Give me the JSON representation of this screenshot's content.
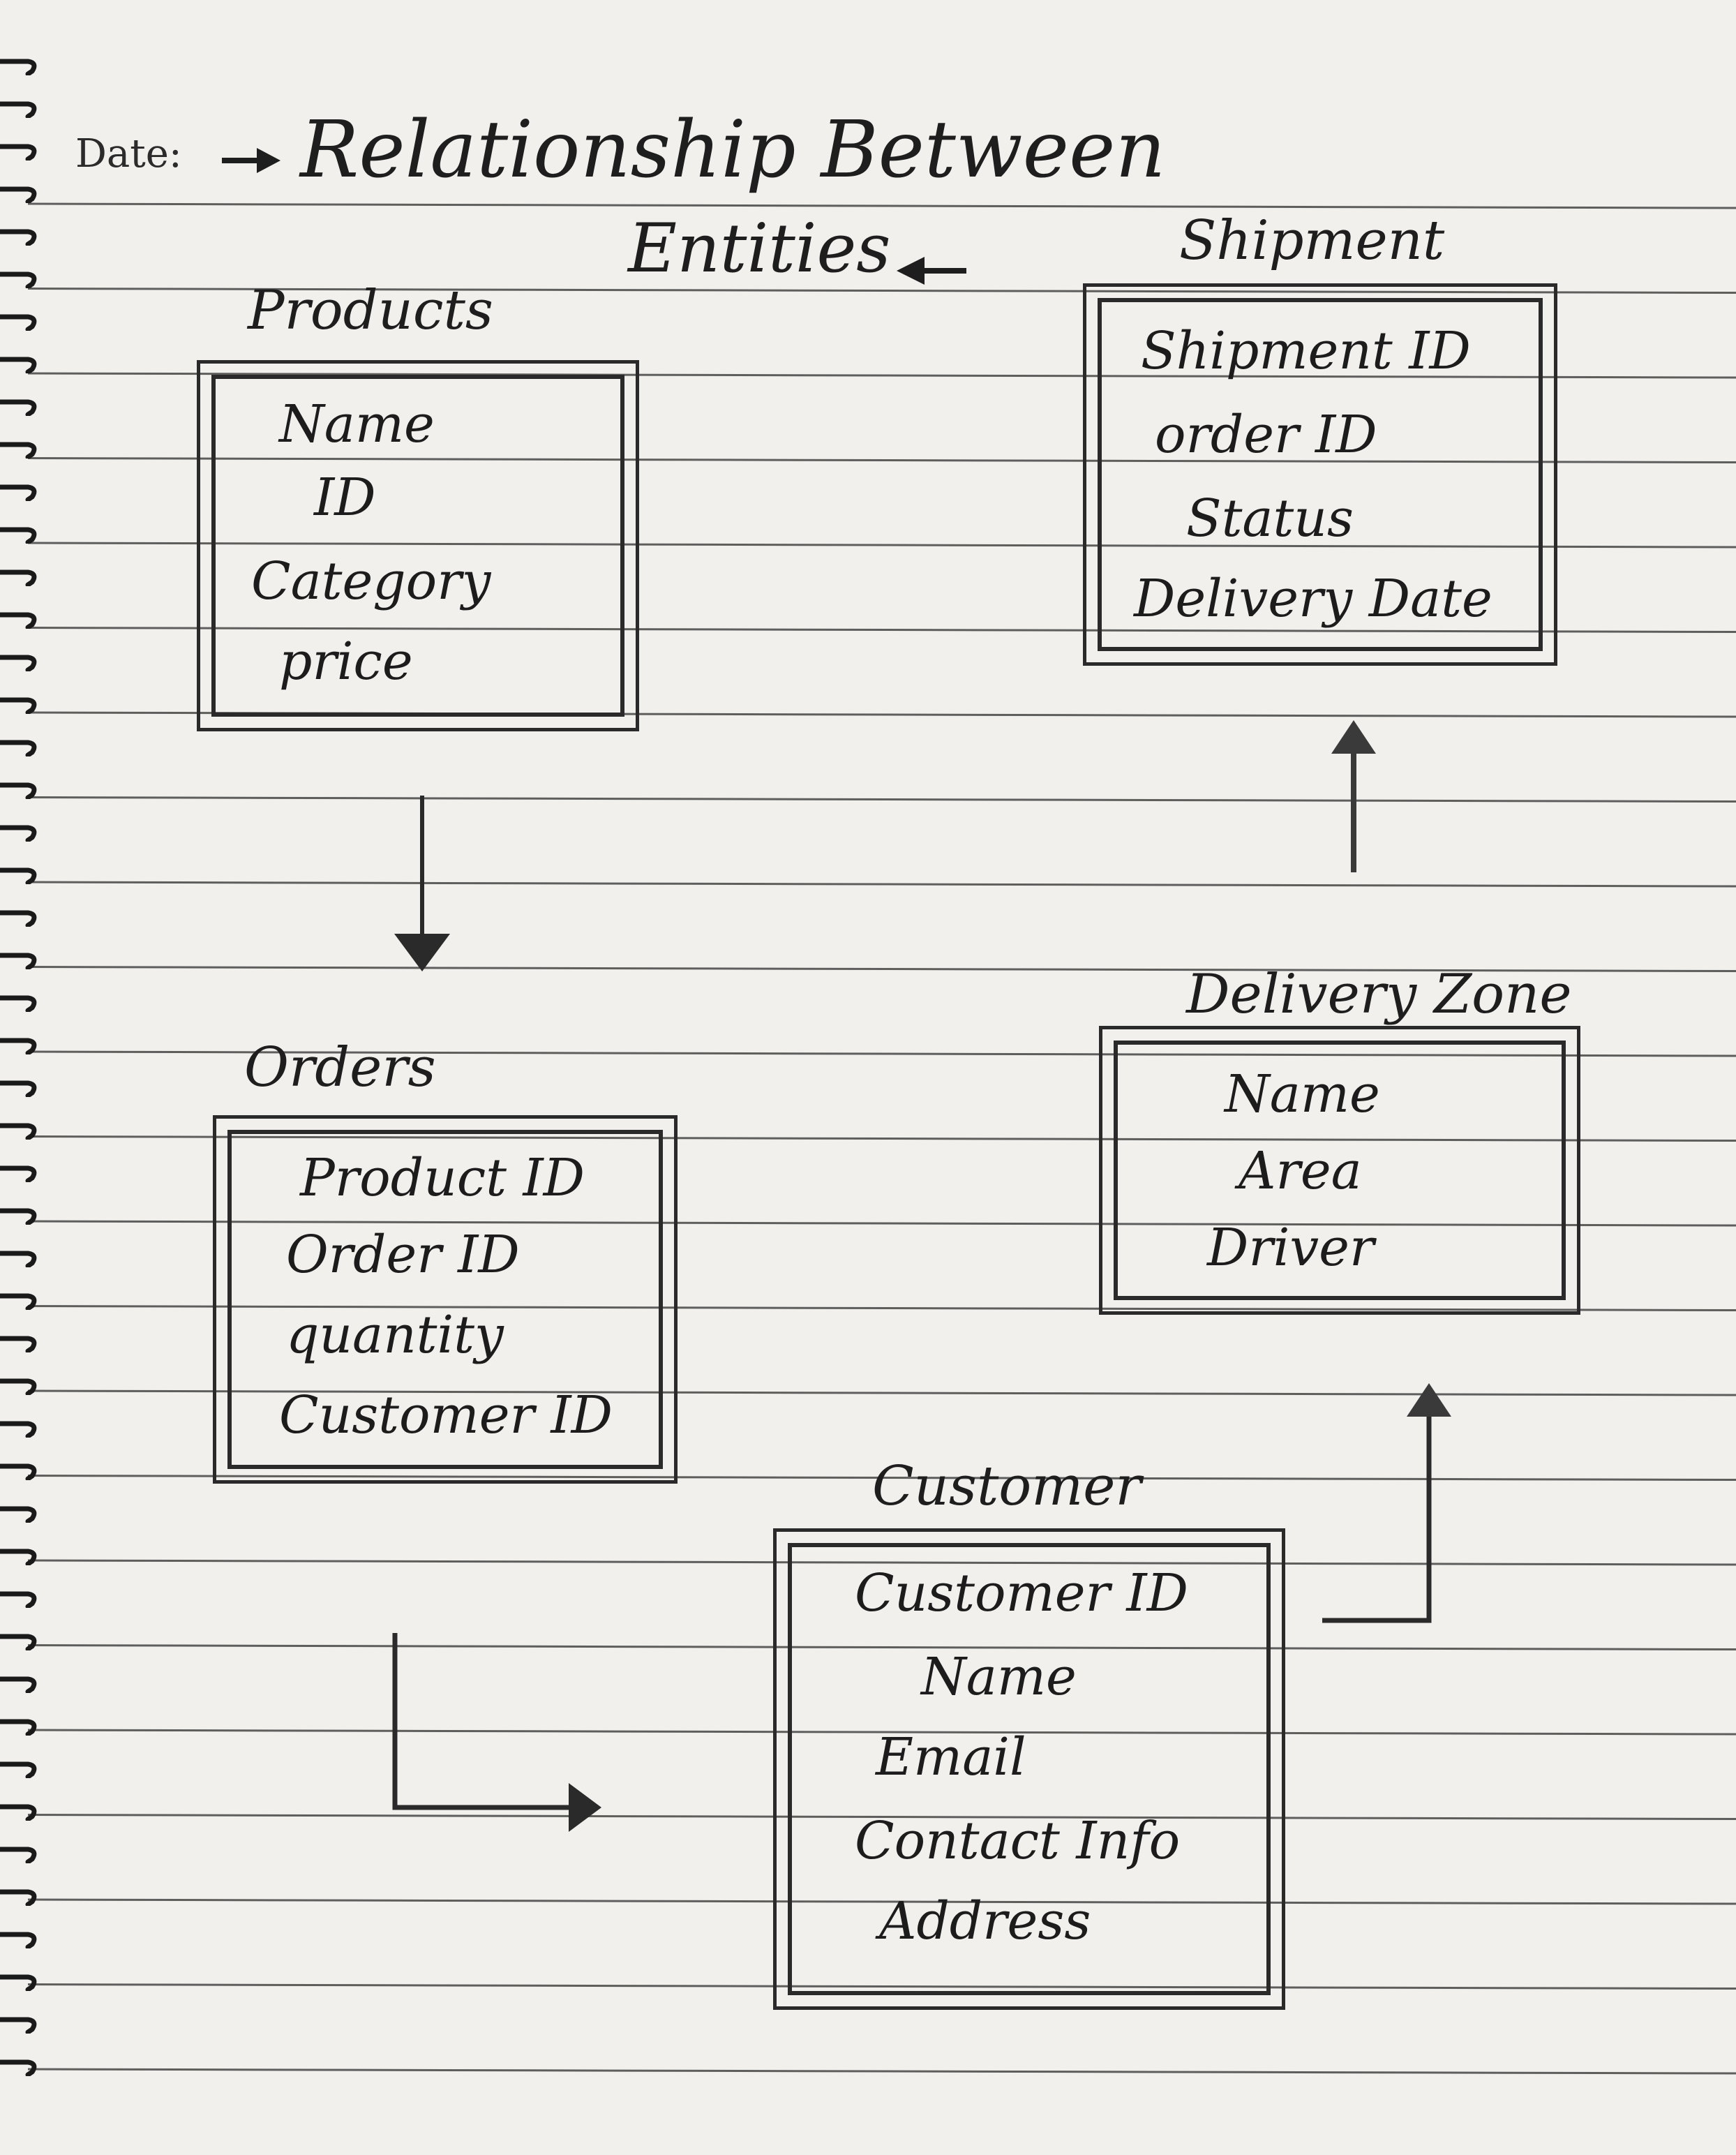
{
  "header": {
    "date_label": "Date:",
    "title_line1": "Relationship Between",
    "title_line2": "Entities"
  },
  "entities": {
    "products": {
      "title": "Products",
      "fields": [
        "Name",
        "ID",
        "Category",
        "price"
      ]
    },
    "shipment": {
      "title": "Shipment",
      "fields": [
        "Shipment ID",
        "order ID",
        "Status",
        "Delivery Date"
      ]
    },
    "orders": {
      "title": "Orders",
      "fields": [
        "Product ID",
        "Order ID",
        "quantity",
        "Customer ID"
      ]
    },
    "delivery_zone": {
      "title": "Delivery Zone",
      "fields": [
        "Name",
        "Area",
        "Driver"
      ]
    },
    "customer": {
      "title": "Customer",
      "fields": [
        "Customer ID",
        "Name",
        "Email",
        "Contact Info",
        "Address"
      ]
    }
  },
  "relationships": [
    {
      "from": "Products",
      "to": "Orders"
    },
    {
      "from": "Orders",
      "to": "Customer"
    },
    {
      "from": "Customer",
      "to": "Delivery Zone"
    },
    {
      "from": "Delivery Zone",
      "to": "Shipment"
    }
  ],
  "colors": {
    "paper": "#f1f0ed",
    "ink": "#1f1f1f",
    "rule": "#2e2e2e"
  }
}
